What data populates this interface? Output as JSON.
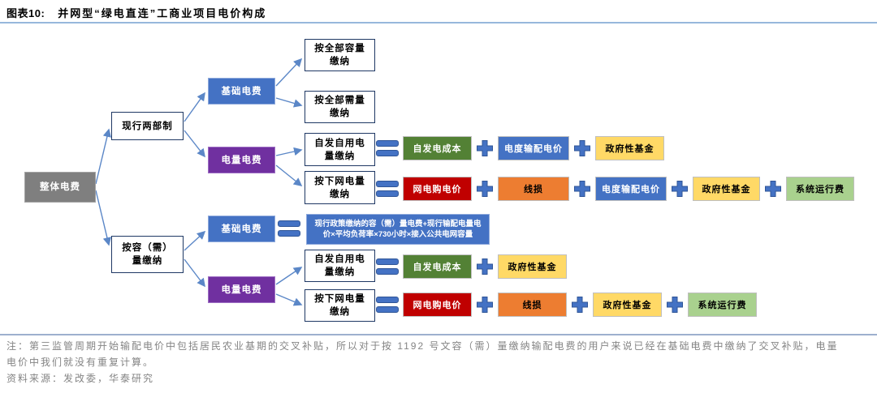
{
  "header": {
    "label": "图表10:",
    "title": "并网型“绿电直连”工商业项目电价构成"
  },
  "nodes": {
    "total": "整体电费",
    "two_part": "现行两部制",
    "by_capacity": "按容（需）量缴纳",
    "basic_fee": "基础电费",
    "energy_fee": "电量电费",
    "pay_full_capacity": "按全部容量缴纳",
    "pay_full_demand": "按全部需量缴纳",
    "self_use": "自发自用电量缴纳",
    "grid_download": "按下网电量缴纳",
    "basic_fee_formula": "现行政策缴纳的容（需）量电费+现行输配电量电价×平均负荷率×730小时×接入公共电网容量"
  },
  "terms": {
    "self_gen_cost": "自发电成本",
    "transmission_price": "电度输配电价",
    "gov_fund": "政府性基金",
    "grid_purchase_price": "网电购电价",
    "line_loss": "线损",
    "system_operation_fee": "系统运行费"
  },
  "notes": {
    "line1": "注：第三监管周期开始输配电价中包括居民农业基期的交叉补贴，所以对于按 1192 号文容（需）量缴纳输配电费的用户来说已经在基础电费中缴纳了交叉补贴，电量",
    "line2": "电价中我们就没有重复计算。",
    "source": "资料来源：发改委，华泰研究"
  },
  "colors": {
    "blue": "#4472C4",
    "purple": "#7030A0",
    "green": "#538135",
    "red": "#C00000",
    "orange": "#ED7D31",
    "yellow": "#FFD966",
    "light_green": "#A9D18E",
    "gray": "#7F7F7F",
    "connector_blue": "#5B87C7",
    "operator_blue": "#4472C4",
    "operator_border": "#2F5597",
    "divider_blue": "#97B8DC",
    "note_gray": "#848484"
  }
}
